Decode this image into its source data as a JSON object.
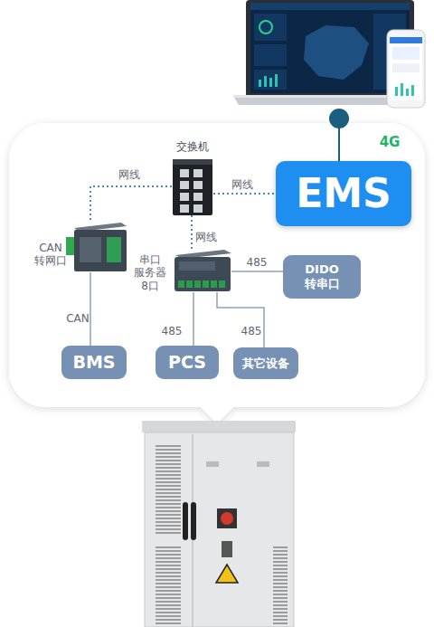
{
  "diagram": {
    "nodes": [
      {
        "text": [
          "交换机"
        ]
      },
      {
        "text": [
          "EMS"
        ]
      },
      {
        "text": [
          "CAN 转网口"
        ]
      },
      {
        "text": [
          "串口 服务器 8口"
        ]
      },
      {
        "text": [
          "DIDO 转串口"
        ]
      },
      {
        "text": [
          "BMS"
        ]
      },
      {
        "text": [
          "PCS"
        ]
      },
      {
        "text": [
          "其它设备"
        ]
      }
    ],
    "edges": [
      {
        "from": 0,
        "to": 2,
        "arrow": "none",
        "label": "网线"
      },
      {
        "from": 0,
        "to": 1,
        "arrow": "none",
        "label": "网线"
      },
      {
        "from": 0,
        "to": 3,
        "arrow": "none",
        "label": "网线"
      },
      {
        "from": 2,
        "to": 5,
        "arrow": "none",
        "label": "CAN"
      },
      {
        "from": 3,
        "to": 4,
        "arrow": "none",
        "label": "485"
      },
      {
        "from": 3,
        "to": 6,
        "arrow": "none",
        "label": "485"
      },
      {
        "from": 3,
        "to": 7,
        "arrow": "none",
        "label": "485"
      }
    ],
    "labels": [
      "4G"
    ]
  }
}
